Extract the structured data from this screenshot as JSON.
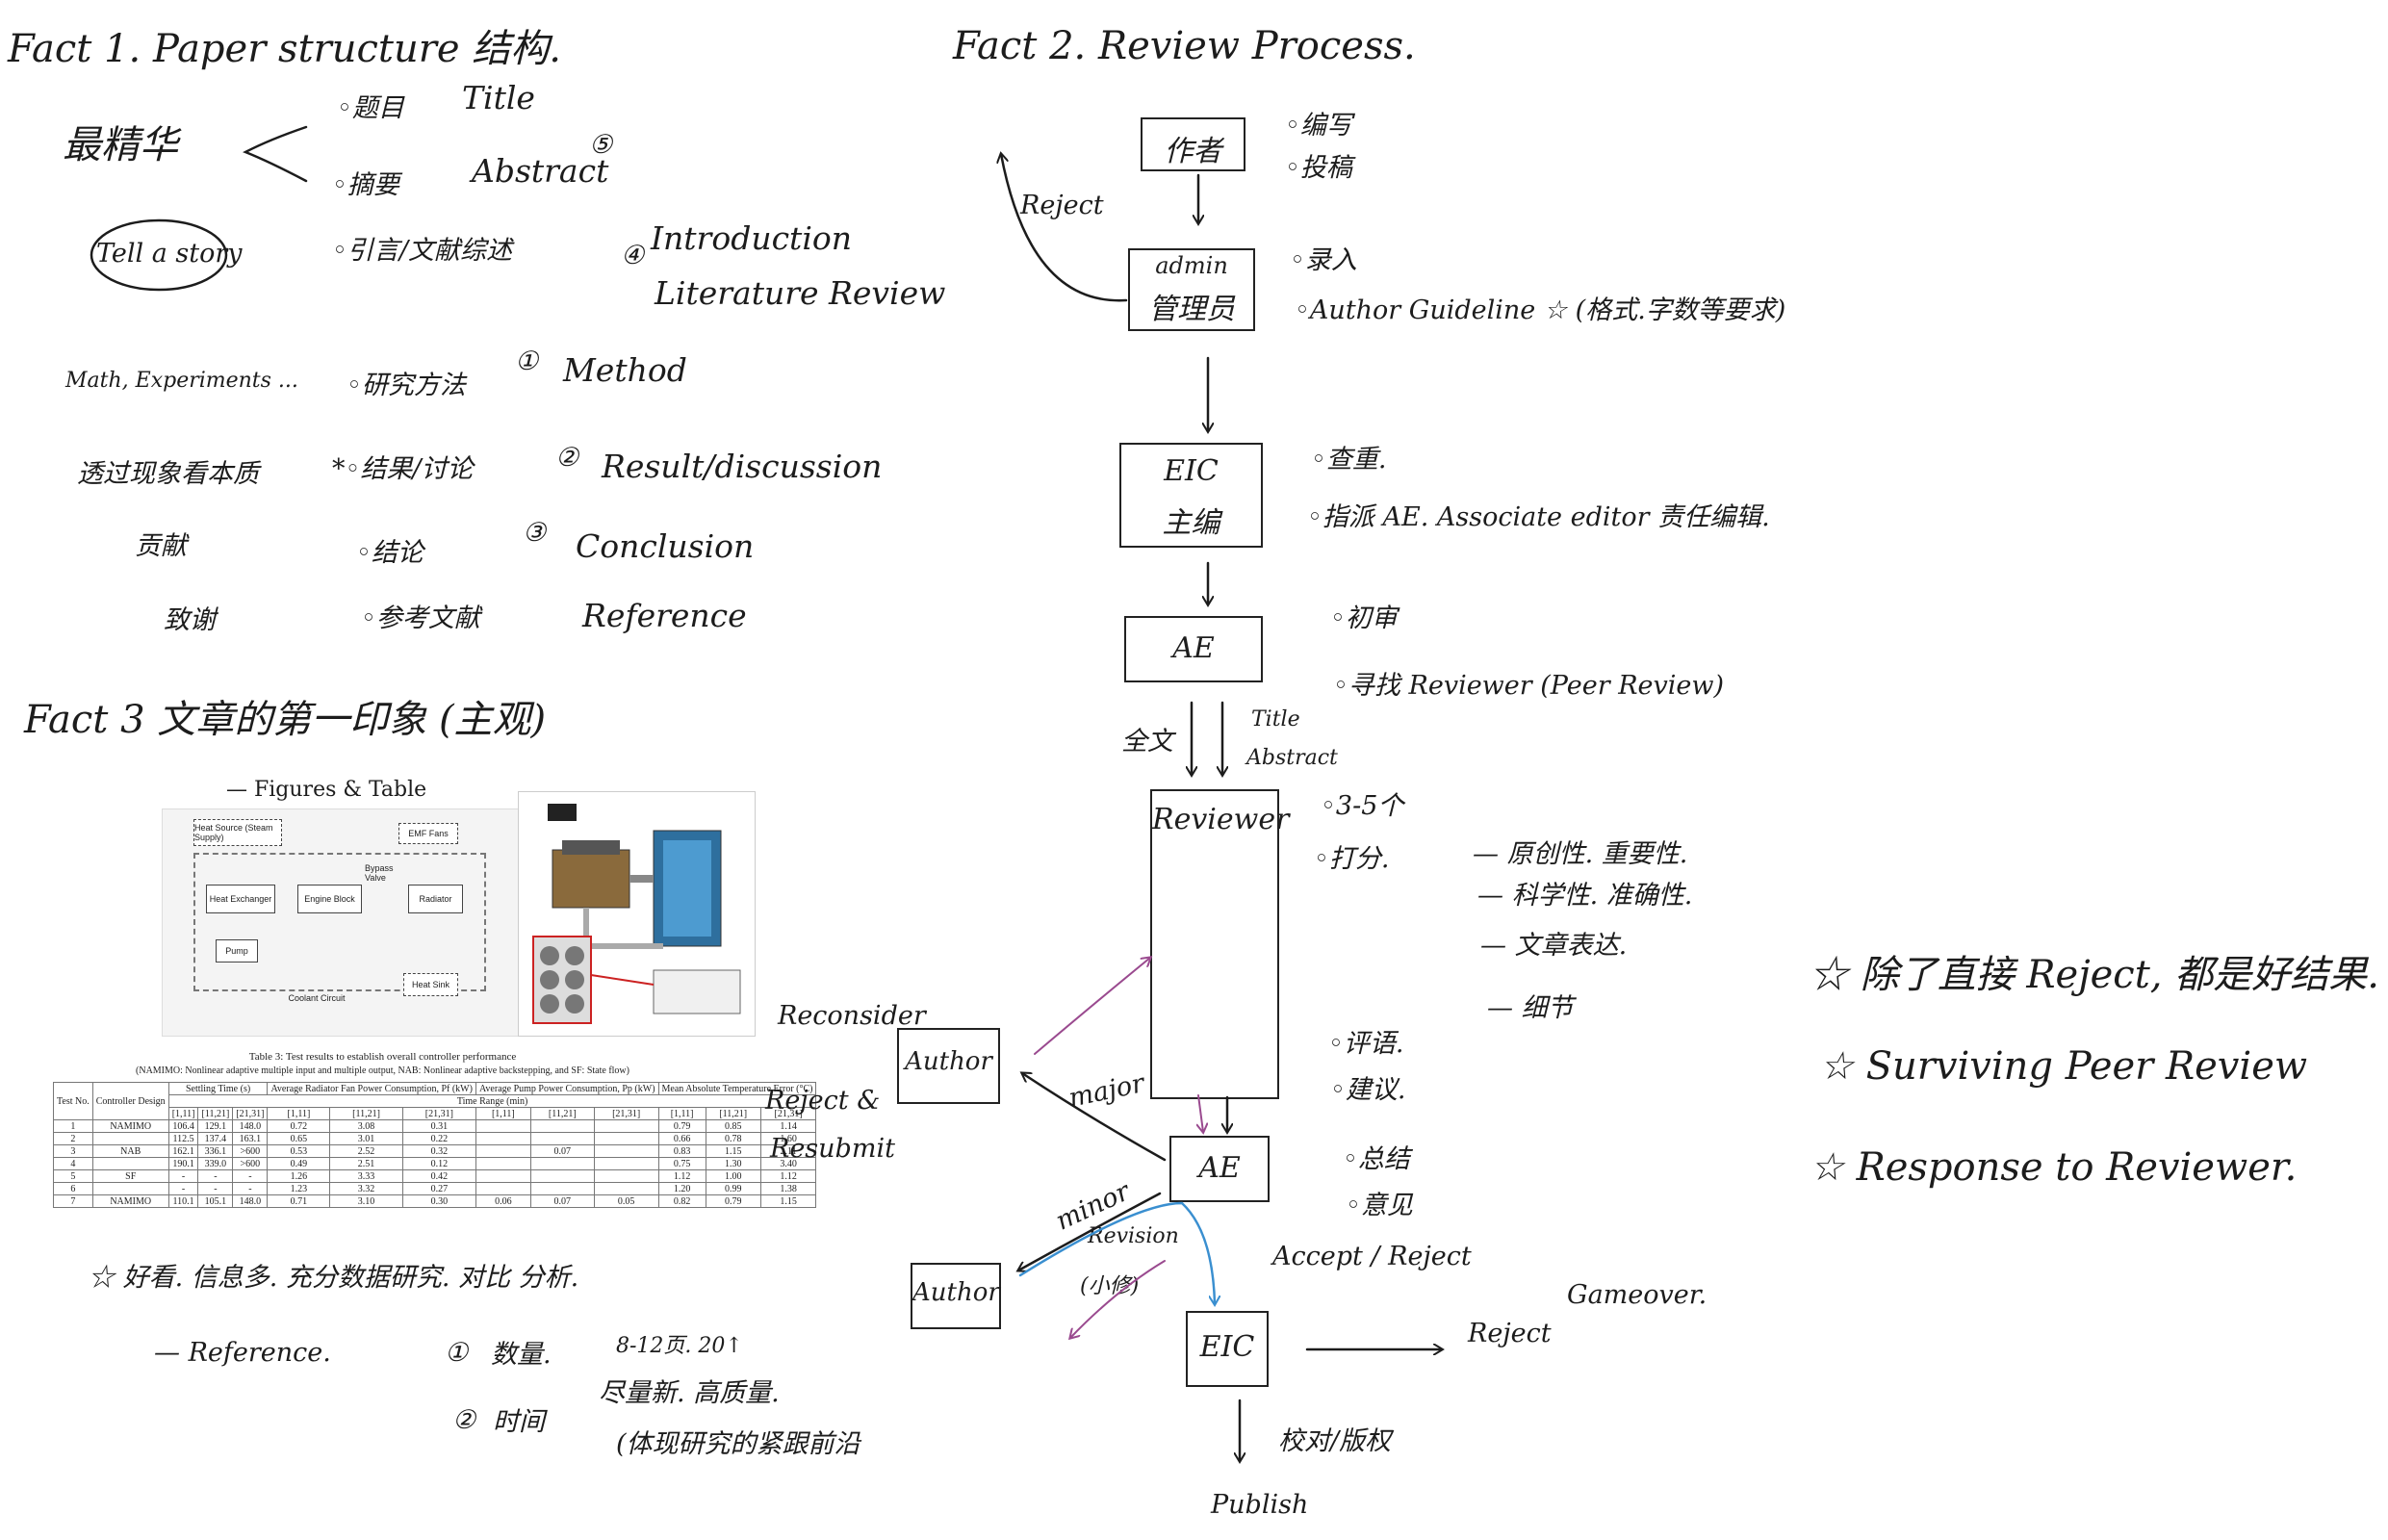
{
  "left": {
    "fact1": {
      "title": "Fact 1.  Paper structure 结构.",
      "group_label": "最精华",
      "story_label": "Tell a story",
      "items": [
        {
          "bullet": "◦题目",
          "en": "Title",
          "mark": ""
        },
        {
          "bullet": "◦摘要",
          "en": "Abstract",
          "mark": "⑤"
        },
        {
          "bullet": "◦引言/文献综述",
          "en": "Introduction",
          "mark": "④"
        },
        {
          "bullet": "",
          "en": "Literature Review",
          "mark": ""
        },
        {
          "bullet": "◦研究方法",
          "en": "Method",
          "mark": "①"
        },
        {
          "bullet": "*◦结果/讨论",
          "en": "Result/discussion",
          "mark": "②"
        },
        {
          "bullet": "◦结论",
          "en": "Conclusion",
          "mark": "③"
        },
        {
          "bullet": "◦参考文献",
          "en": "Reference",
          "mark": ""
        }
      ],
      "side_notes": [
        "Math, Experiments ...",
        "透过现象看本质",
        "贡献",
        "致谢"
      ]
    },
    "fact3": {
      "title": "Fact 3   文章的第一印象 (主观)",
      "figures_note": "— Figures & Table",
      "diagram": {
        "heat_source": "Heat Source (Steam Supply)",
        "emf_fans": "EMF Fans",
        "heat_exchanger": "Heat Exchanger",
        "engine_block": "Engine Block",
        "bypass_valve": "Bypass Valve",
        "radiator": "Radiator",
        "pump": "Pump",
        "heat_sink": "Heat Sink",
        "coolant_circuit": "Coolant Circuit"
      },
      "table": {
        "caption": "Table 3: Test results to establish overall controller performance",
        "subcaption": "(NAMIMO: Nonlinear adaptive multiple input and multiple output, NAB: Nonlinear adaptive backstepping, and SF: State flow)",
        "groups": [
          "Settling Time (s)",
          "Average Radiator Fan Power Consumption, Pf (kW)",
          "Average Pump Power Consumption, Pp (kW)",
          "Mean Absolute Temperature Error (°C)"
        ],
        "col1": "Test No.",
        "col2": "Controller Design",
        "time_range": "Time Range (min)",
        "sub": [
          "[1,11]",
          "[11,21]",
          "[21,31]"
        ],
        "rows": [
          [
            "1",
            "NAMIMO",
            "106.4",
            "129.1",
            "148.0",
            "0.72",
            "3.08",
            "0.31",
            "",
            "",
            "",
            "0.79",
            "0.85",
            "1.14"
          ],
          [
            "2",
            "",
            "112.5",
            "137.4",
            "163.1",
            "0.65",
            "3.01",
            "0.22",
            "",
            "",
            "",
            "0.66",
            "0.78",
            "1.60"
          ],
          [
            "3",
            "NAB",
            "162.1",
            "336.1",
            ">600",
            "0.53",
            "2.52",
            "0.32",
            "",
            "0.07",
            "",
            "0.83",
            "1.15",
            "2.11"
          ],
          [
            "4",
            "",
            "190.1",
            "339.0",
            ">600",
            "0.49",
            "2.51",
            "0.12",
            "",
            "",
            "",
            "0.75",
            "1.30",
            "3.40"
          ],
          [
            "5",
            "SF",
            "-",
            "-",
            "-",
            "1.26",
            "3.33",
            "0.42",
            "",
            "",
            "",
            "1.12",
            "1.00",
            "1.12"
          ],
          [
            "6",
            "",
            "-",
            "-",
            "-",
            "1.23",
            "3.32",
            "0.27",
            "",
            "",
            "",
            "1.20",
            "0.99",
            "1.38"
          ],
          [
            "7",
            "NAMIMO",
            "110.1",
            "105.1",
            "148.0",
            "0.71",
            "3.10",
            "0.30",
            "0.06",
            "0.07",
            "0.05",
            "0.82",
            "0.79",
            "1.15"
          ]
        ]
      },
      "notes": {
        "star": "☆ 好看. 信息多. 充分数据研究. 对比 分析.",
        "reference": "— Reference.",
        "r1_mark": "①",
        "r1": "数量.",
        "r1_detail": "8-12页. 20↑",
        "r2_mark": "②",
        "r2": "时间",
        "r2_detail": "尽量新. 高质量.",
        "r2_detail2": "(体现研究的紧跟前沿"
      }
    }
  },
  "right": {
    "fact2": {
      "title": "Fact 2.  Review  Process.",
      "boxes": {
        "author_top": "作者",
        "admin_en": "admin",
        "admin_cn": "管理员",
        "eic": "EIC",
        "eic_cn": "主编",
        "ae": "AE",
        "reviewer": "Reviewer",
        "author_major": "Author",
        "ae2": "AE",
        "author_minor": "Author",
        "eic2": "EIC"
      },
      "notes": {
        "author_1": "◦编写",
        "author_2": "◦投稿",
        "reject_loop": "Reject",
        "admin_1": "◦录入",
        "admin_2": "◦Author Guideline ☆ (格式.字数等要求)",
        "eic_1": "◦查重.",
        "eic_2": "◦指派 AE.  Associate editor 责任编辑.",
        "ae_1": "◦初审",
        "ae_2": "◦寻找  Reviewer (Peer Review)",
        "to_reviewer_left": "全文",
        "to_reviewer_right_1": "Title",
        "to_reviewer_right_2": "Abstract",
        "rev_1": "◦3-5个",
        "rev_2": "◦打分.",
        "score_1": "— 原创性. 重要性.",
        "score_2": "— 科学性. 准确性.",
        "score_3": "— 文章表达.",
        "score_4": "— 细节",
        "rev_3": "◦评语.",
        "rev_4": "◦建议.",
        "ae2_1": "◦总结",
        "ae2_2": "◦意见",
        "reconsider": "Reconsider",
        "reject_resubmit_1": "Reject &",
        "reject_resubmit_2": "Resubmit",
        "major": "major",
        "minor": "minor",
        "revision": "Revision",
        "small_fix": "(小修)",
        "accept_reject": "Accept / Reject",
        "reject_out": "Reject",
        "gameover": "Gameover.",
        "proof": "校对/版权",
        "publish": "Publish"
      },
      "stars": [
        "☆ 除了直接 Reject, 都是好结果.",
        "☆ Surviving   Peer Review",
        "☆ Response  to   Reviewer."
      ]
    }
  },
  "colors": {
    "ink": "#1c1c1c",
    "purple_arrow": "#9a4a8f",
    "blue_arrow": "#3a8fd0"
  }
}
